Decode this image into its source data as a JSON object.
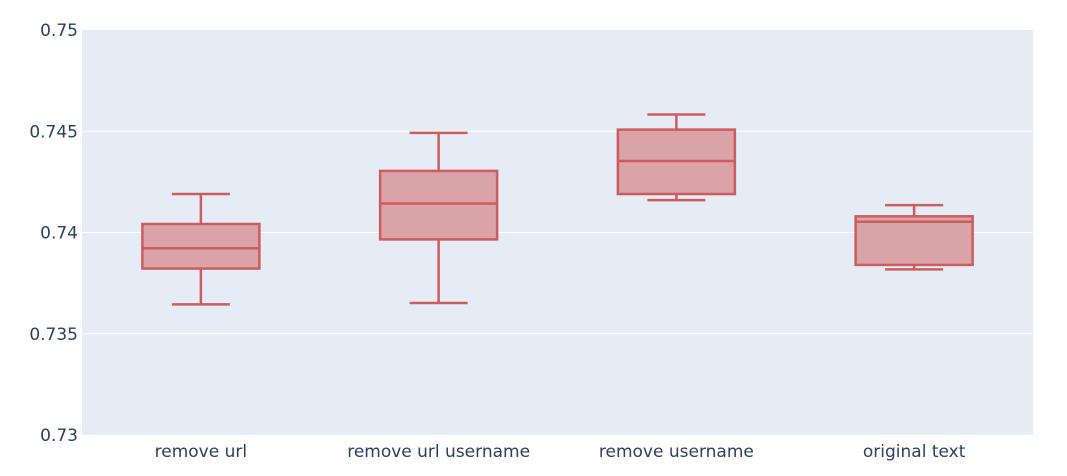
{
  "chart_data": {
    "type": "box",
    "categories": [
      "remove url",
      "remove url username",
      "remove username",
      "original text"
    ],
    "boxes": [
      {
        "category": "remove url",
        "min": 0.73645,
        "q1": 0.73822,
        "median": 0.73922,
        "q3": 0.74042,
        "max": 0.7419
      },
      {
        "category": "remove url username",
        "min": 0.73652,
        "q1": 0.73966,
        "median": 0.74143,
        "q3": 0.74304,
        "max": 0.74492
      },
      {
        "category": "remove username",
        "min": 0.7416,
        "q1": 0.7419,
        "median": 0.74353,
        "q3": 0.74508,
        "max": 0.74583
      },
      {
        "category": "original text",
        "min": 0.73818,
        "q1": 0.7384,
        "median": 0.74053,
        "q3": 0.7408,
        "max": 0.74135
      }
    ],
    "yticks": [
      0.73,
      0.735,
      0.74,
      0.745,
      0.75
    ],
    "ytick_labels": [
      "0.73",
      "0.735",
      "0.74",
      "0.745",
      "0.75"
    ],
    "ylim": [
      0.73,
      0.75
    ],
    "grid": true,
    "colors": {
      "plot_background": "#e5ecf6",
      "box_line": "#cd5c5c",
      "box_fill": "#d9a3a7",
      "tick_text": "#2a3f5f",
      "grid": "#ffffff"
    }
  }
}
